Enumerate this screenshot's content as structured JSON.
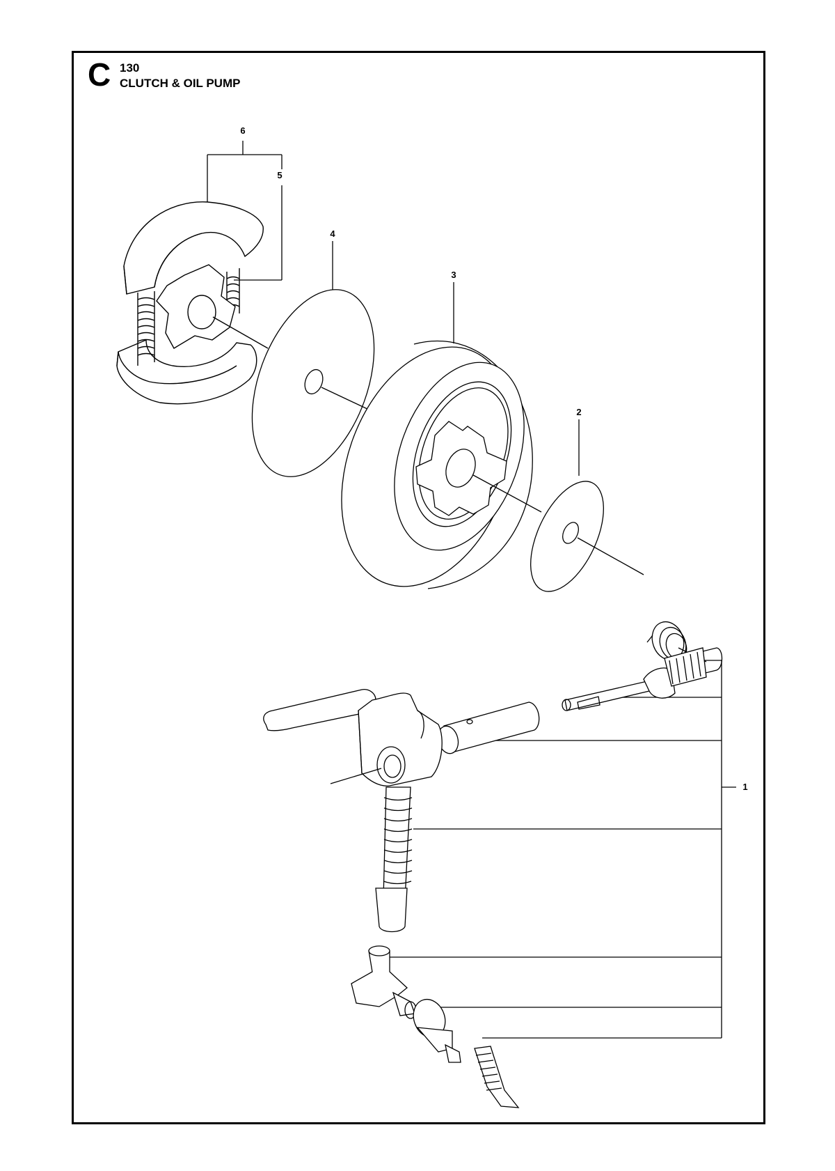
{
  "header": {
    "section_letter": "C",
    "section_number": "130",
    "section_title": "CLUTCH & OIL PUMP"
  },
  "callouts": {
    "c1": "1",
    "c2": "2",
    "c3": "3",
    "c4": "4",
    "c5": "5",
    "c6": "6"
  },
  "colors": {
    "line": "#000000",
    "background": "#ffffff"
  }
}
